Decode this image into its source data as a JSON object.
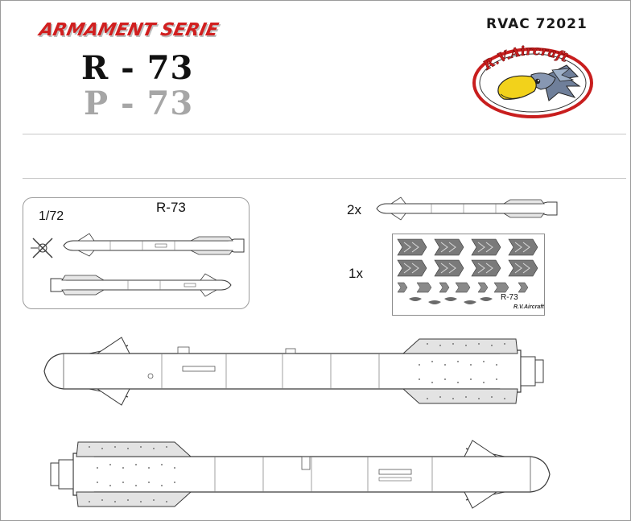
{
  "header": {
    "series_title": "ARMAMENT SERIE",
    "product_name": "R - 73",
    "product_name_alt": "P - 73",
    "product_code": "RVAC 72021",
    "brand_logo_text": "R.V.Aircraft"
  },
  "panel": {
    "scale": "1/72",
    "title": "R-73"
  },
  "contents": {
    "missiles_qty": "2x",
    "decal_qty": "1x",
    "decal_sheet_label": "R-73",
    "decal_sheet_brand": "R.V.Aircraft"
  },
  "colors": {
    "accent_red": "#d11f1f",
    "title_black": "#111111",
    "title_grey": "#a6a6a6",
    "logo_yellow": "#f2d21b",
    "logo_ring_red": "#c81e1e",
    "drawing_line": "#3a3a3a",
    "decal_grey": "#7a7a7a"
  },
  "icons": [
    "eagle-head-logo",
    "missile-front-view-icon"
  ]
}
